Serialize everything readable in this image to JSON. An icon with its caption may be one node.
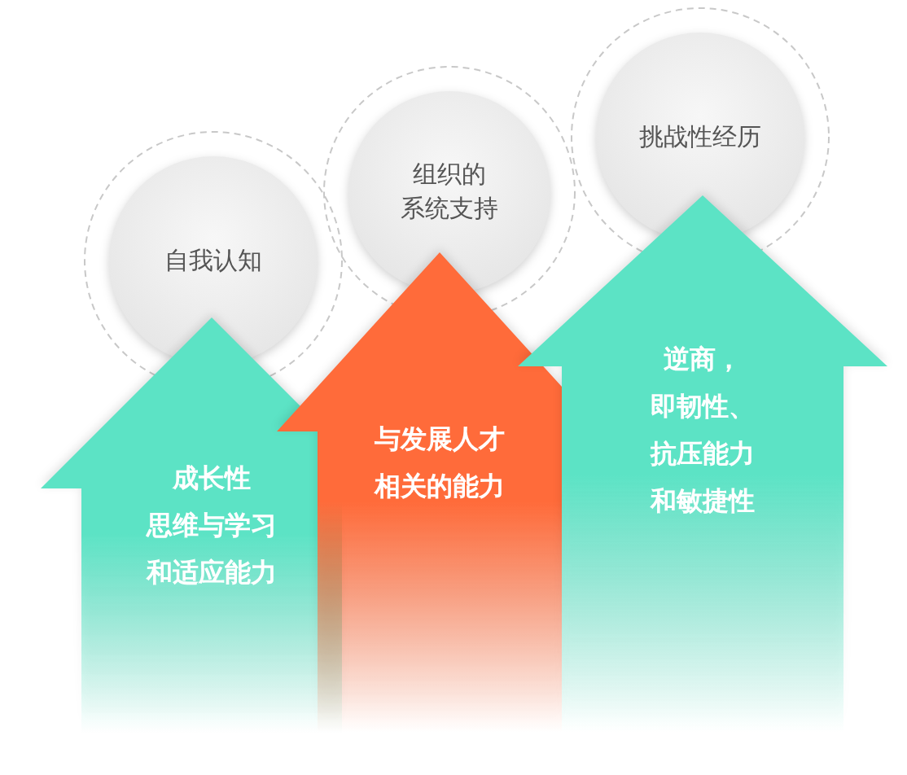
{
  "diagram": {
    "nodes": [
      {
        "text": [
          "自我认知"
        ]
      },
      {
        "text": [
          "组织的系统支持"
        ]
      },
      {
        "text": [
          "挑战性经历"
        ]
      },
      {
        "text": [
          "成长性思维与学习和适应能力"
        ]
      },
      {
        "text": [
          "与发展人才相关的能力"
        ]
      },
      {
        "text": [
          "逆商，即韧性、抗压能力和敏捷性"
        ]
      }
    ]
  }
}
